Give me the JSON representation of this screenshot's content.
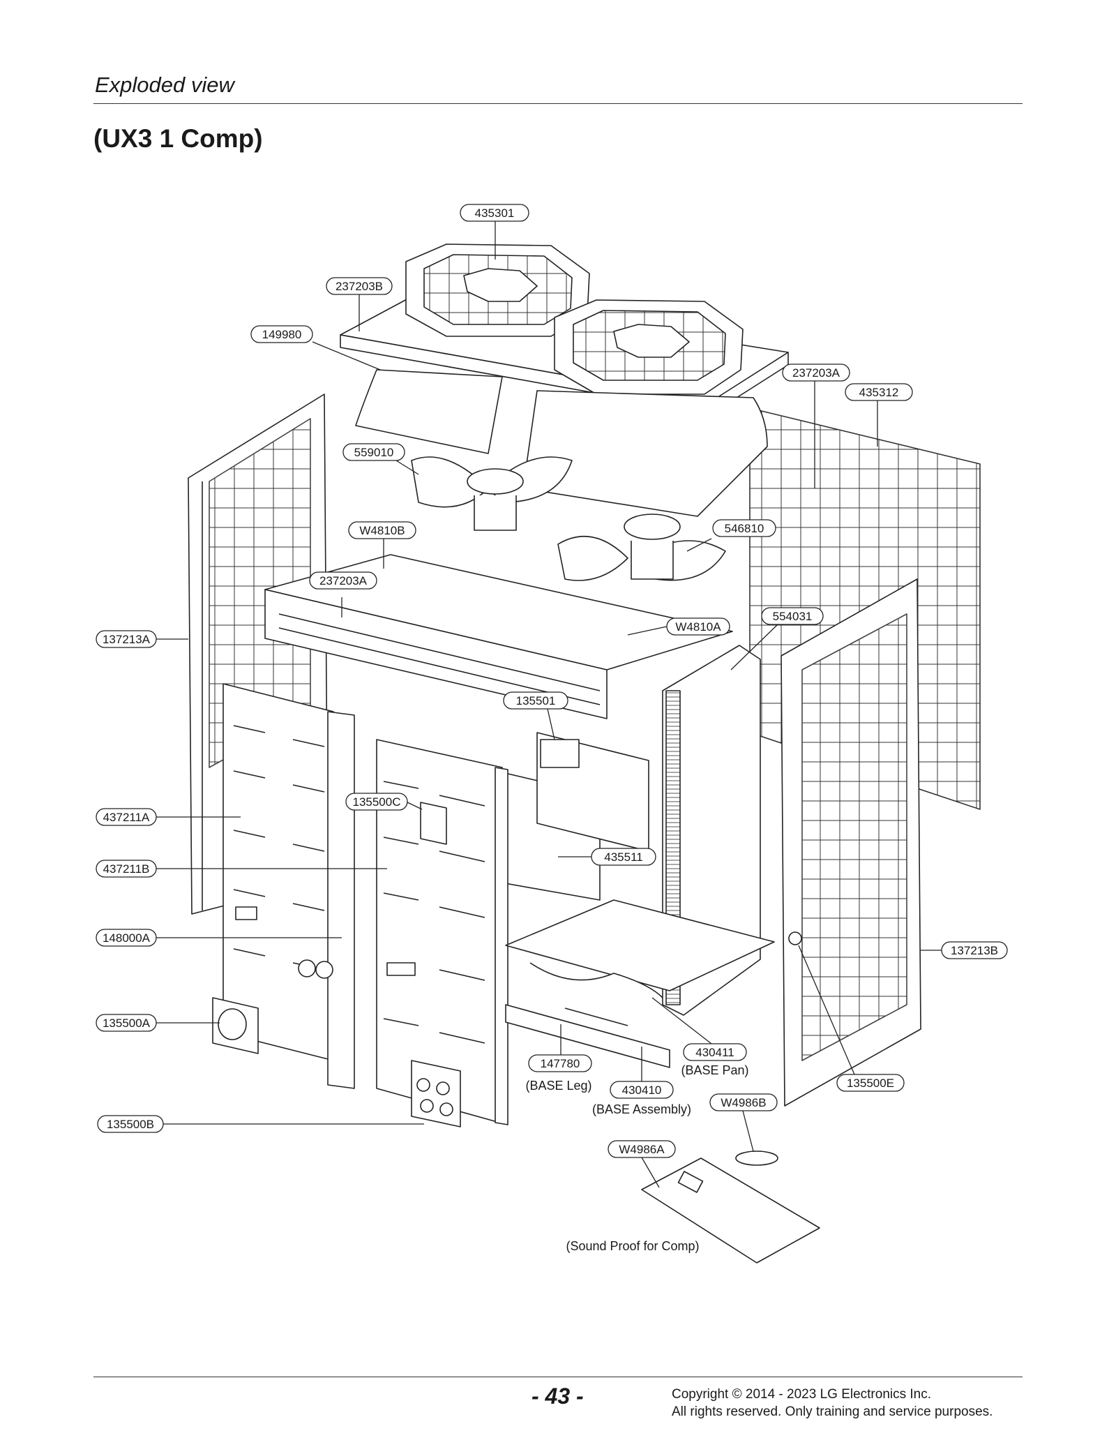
{
  "header": {
    "title": "Exploded view",
    "subtitle": "(UX3 1 Comp)"
  },
  "callouts": [
    {
      "id": "c-435301",
      "code": "435301"
    },
    {
      "id": "c-237203B",
      "code": "237203B"
    },
    {
      "id": "c-149980",
      "code": "149980"
    },
    {
      "id": "c-237203A-top",
      "code": "237203A"
    },
    {
      "id": "c-435312",
      "code": "435312"
    },
    {
      "id": "c-559010",
      "code": "559010"
    },
    {
      "id": "c-W4810B",
      "code": "W4810B"
    },
    {
      "id": "c-546810",
      "code": "546810"
    },
    {
      "id": "c-237203A-mid",
      "code": "237203A"
    },
    {
      "id": "c-554031",
      "code": "554031"
    },
    {
      "id": "c-W4810A",
      "code": "W4810A"
    },
    {
      "id": "c-137213A",
      "code": "137213A"
    },
    {
      "id": "c-135501",
      "code": "135501"
    },
    {
      "id": "c-135500C",
      "code": "135500C"
    },
    {
      "id": "c-437211A",
      "code": "437211A"
    },
    {
      "id": "c-435511",
      "code": "435511"
    },
    {
      "id": "c-437211B",
      "code": "437211B"
    },
    {
      "id": "c-148000A",
      "code": "148000A"
    },
    {
      "id": "c-137213B",
      "code": "137213B"
    },
    {
      "id": "c-135500A",
      "code": "135500A"
    },
    {
      "id": "c-430411",
      "code": "430411"
    },
    {
      "id": "c-147780",
      "code": "147780"
    },
    {
      "id": "c-430410",
      "code": "430410"
    },
    {
      "id": "c-135500E",
      "code": "135500E"
    },
    {
      "id": "c-W4986B",
      "code": "W4986B"
    },
    {
      "id": "c-135500B",
      "code": "135500B"
    },
    {
      "id": "c-W4986A",
      "code": "W4986A"
    }
  ],
  "captions": {
    "base_leg": "(BASE Leg)",
    "base_pan": "(BASE Pan)",
    "base_assembly": "(BASE Assembly)",
    "sound_proof": "(Sound Proof for Comp)"
  },
  "footer": {
    "page_number": "- 43 -",
    "copyright_line1": "Copyright © 2014 - 2023 LG Electronics Inc.",
    "copyright_line2": "All rights reserved. Only training and service purposes."
  }
}
